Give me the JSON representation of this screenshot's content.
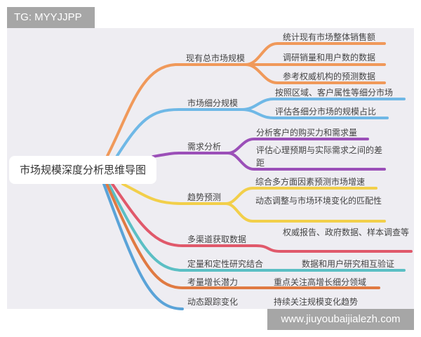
{
  "watermark_top": "TG: MYYJJPP",
  "watermark_bottom": "www.jiuyoubaijialezh.com",
  "colors": {
    "canvas": "#eeedf2",
    "orange": "#f0995a",
    "sky_blue": "#6fb8e6",
    "purple": "#9b4fb8",
    "yellow": "#f2cf4a",
    "red": "#e0596b",
    "teal": "#5bbfc4",
    "dark_orange": "#e07a42",
    "blue": "#5aa3d8"
  },
  "mindmap": {
    "root": "市场规模深度分析思维导图",
    "branches": [
      {
        "label": "现有总市场规模",
        "color": "#f0995a",
        "children": [
          "统计现有市场整体销售额",
          "调研销量和用户数的数据",
          "参考权威机构的预测数据"
        ]
      },
      {
        "label": "市场细分规模",
        "color": "#6fb8e6",
        "children": [
          "按照区域、客户属性等细分市场",
          "评估各细分市场的规模占比"
        ]
      },
      {
        "label": "需求分析",
        "color": "#9b4fb8",
        "children": [
          "分析客户的购买力和需求量",
          "评估心理预期与实际需求之间的差距"
        ]
      },
      {
        "label": "趋势预测",
        "color": "#f2cf4a",
        "children": [
          "综合多方面因素预测市场增速",
          "动态调整与市场环境变化的匹配性"
        ]
      },
      {
        "label": "多渠道获取数据",
        "color": "#e0596b",
        "children": [
          "权威报告、政府数据、样本调查等"
        ]
      },
      {
        "label": "定量和定性研究结合",
        "color": "#5bbfc4",
        "children": [
          "数据和用户研究相互验证"
        ]
      },
      {
        "label": "考量增长潜力",
        "color": "#e07a42",
        "children": [
          "重点关注高增长细分领域"
        ]
      },
      {
        "label": "动态跟踪变化",
        "color": "#5aa3d8",
        "children": [
          "持续关注规模变化趋势"
        ]
      }
    ]
  }
}
